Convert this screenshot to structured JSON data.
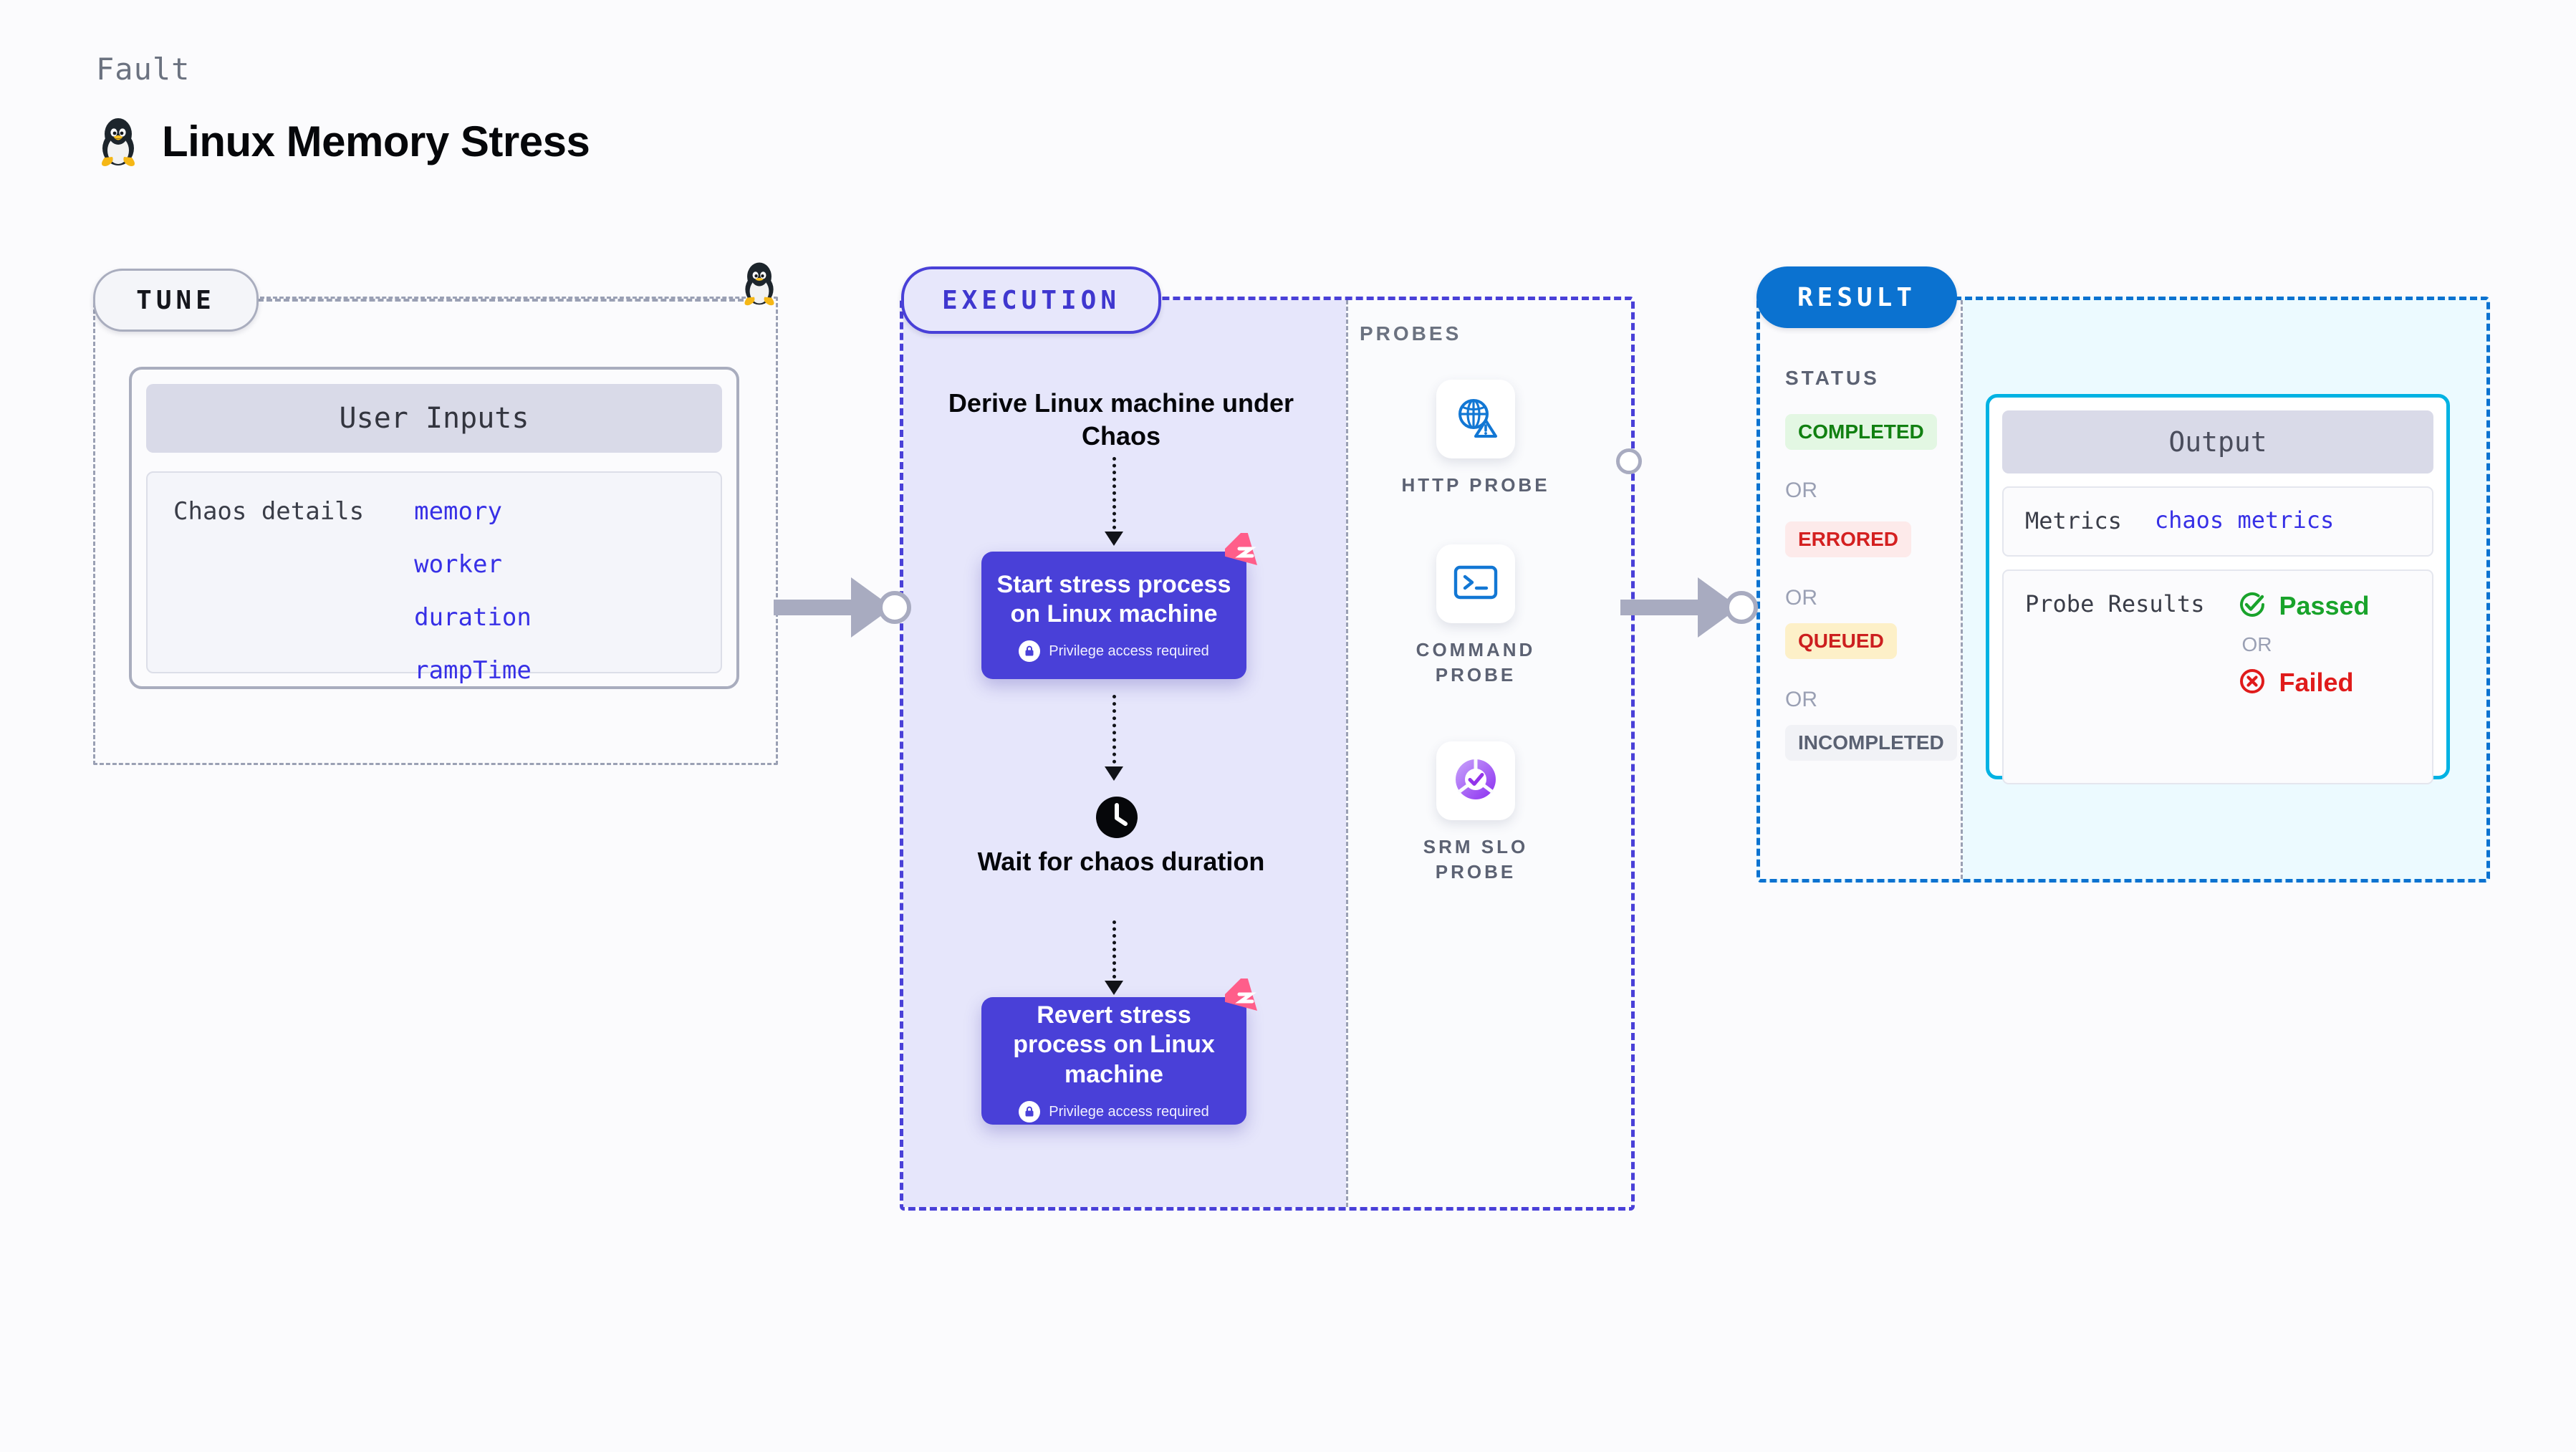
{
  "header": {
    "kicker": "Fault",
    "title": "Linux Memory Stress",
    "icon": "tux-penguin-icon"
  },
  "stages": {
    "tune": {
      "badge": "TUNE",
      "connector_icon": "tux-penguin-icon",
      "card": {
        "header": "User Inputs",
        "key_label": "Chaos details",
        "params": [
          "memory",
          "worker",
          "duration",
          "rampTime"
        ]
      }
    },
    "execution": {
      "badge": "EXECUTION",
      "steps": [
        {
          "type": "text",
          "label": "Derive Linux machine under Chaos"
        },
        {
          "type": "card",
          "label": "Start stress process on Linux machine",
          "note": "Privilege access required",
          "note_icon": "lock-icon",
          "corner_icon": "harness-logo-icon"
        },
        {
          "type": "wait",
          "label": "Wait for chaos duration",
          "icon": "clock-icon"
        },
        {
          "type": "card",
          "label": "Revert stress process on Linux machine",
          "note": "Privilege access required",
          "note_icon": "lock-icon",
          "corner_icon": "harness-logo-icon"
        }
      ],
      "probes": {
        "label": "PROBES",
        "items": [
          {
            "label": "HTTP PROBE",
            "icon": "globe-warning-icon"
          },
          {
            "label": "COMMAND PROBE",
            "icon": "terminal-icon"
          },
          {
            "label": "SRM SLO PROBE",
            "icon": "slo-donut-check-icon"
          }
        ]
      }
    },
    "result": {
      "badge": "RESULT",
      "status": {
        "label": "STATUS",
        "or_label": "OR",
        "items": [
          {
            "label": "COMPLETED",
            "bg": "#e3f7e3",
            "fg": "#118011"
          },
          {
            "label": "ERRORED",
            "bg": "#fdeaea",
            "fg": "#d42020"
          },
          {
            "label": "QUEUED",
            "bg": "#fdf0c8",
            "fg": "#cc1f1f"
          },
          {
            "label": "INCOMPLETED",
            "bg": "#f1f2f6",
            "fg": "#5a6172"
          }
        ]
      },
      "output": {
        "header": "Output",
        "metrics_key": "Metrics",
        "metrics_value": "chaos metrics",
        "probe_results_key": "Probe Results",
        "passed_label": "Passed",
        "failed_label": "Failed",
        "or_label": "OR",
        "passed_icon": "check-circle-icon",
        "failed_icon": "x-circle-icon"
      }
    }
  },
  "colors": {
    "execution_accent": "#4940d8",
    "result_accent": "#0b72d0",
    "output_border": "#00b2e3",
    "param_blue": "#3730e6",
    "harness_pink": "#ff5e8a"
  }
}
